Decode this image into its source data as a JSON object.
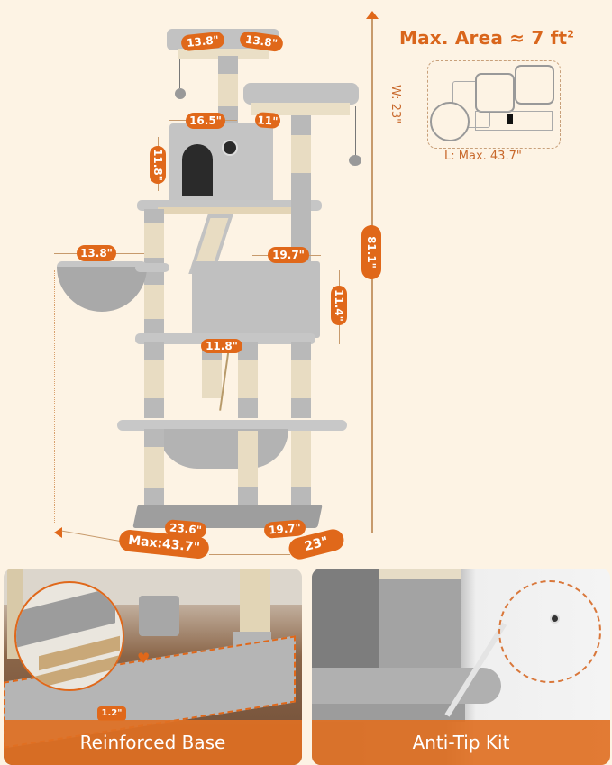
{
  "header": {
    "title": "Max. Area ≈ 7 ft",
    "title_superscript": "2"
  },
  "footprint_diagram": {
    "width_label": "W: 23\"",
    "length_label": "L: Max. 43.7\""
  },
  "dimensions": {
    "top_perch_left": "13.8\"",
    "top_perch_right": "13.8\"",
    "condo_width": "16.5\"",
    "side_perch_width": "11\"",
    "condo_height": "11.8\"",
    "basket_width": "13.8\"",
    "box_width": "19.7\"",
    "box_height": "11.4\"",
    "platform_gap": "11.8\"",
    "total_height": "81.1\"",
    "base_length": "23.6\"",
    "base_width": "19.7\"",
    "max_length": "Max:43.7\"",
    "depth": "23\""
  },
  "panels": [
    {
      "label": "Reinforced Base",
      "callout": "1.2\""
    },
    {
      "label": "Anti-Tip Kit"
    }
  ],
  "colors": {
    "accent": "#e0681a",
    "background": "#fdf3e4",
    "fur": "#b9b9b9",
    "sisal": "#e8dcc2"
  }
}
